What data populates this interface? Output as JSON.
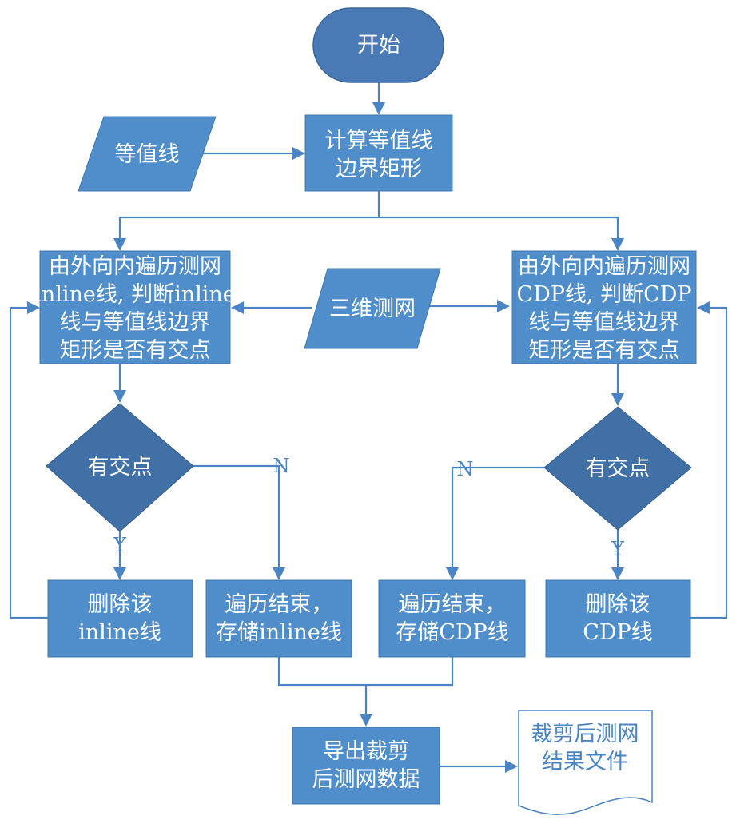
{
  "colors": {
    "process_fill": "#4f8dcb",
    "decision_fill": "#4170a6",
    "terminator_fill": "#4a7ab5",
    "edge": "#4a84c4",
    "document_text": "#4a84c4"
  },
  "nodes": {
    "start": "开始",
    "contour": "等值线",
    "compute": [
      "计算等值线",
      "边界矩形"
    ],
    "survey": "三维测网",
    "left_traverse": [
      "由外向内遍历测网",
      "inline线, 判断inline",
      "线与等值线边界",
      "矩形是否有交点"
    ],
    "right_traverse": [
      "由外向内遍历测网",
      "CDP线, 判断CDP",
      "线与等值线边界",
      "矩形是否有交点"
    ],
    "left_decision": "有交点",
    "right_decision": "有交点",
    "left_delete": [
      "删除该",
      "inline线"
    ],
    "left_end": [
      "遍历结束，",
      "存储inline线"
    ],
    "right_end": [
      "遍历结束，",
      "存储CDP线"
    ],
    "right_delete": [
      "删除该",
      "CDP线"
    ],
    "export": [
      "导出裁剪",
      "后测网数据"
    ],
    "result_file": [
      "裁剪后测网",
      "结果文件"
    ]
  },
  "edge_labels": {
    "left_yes": "Y",
    "left_no": "N",
    "right_yes": "Y",
    "right_no": "N"
  }
}
